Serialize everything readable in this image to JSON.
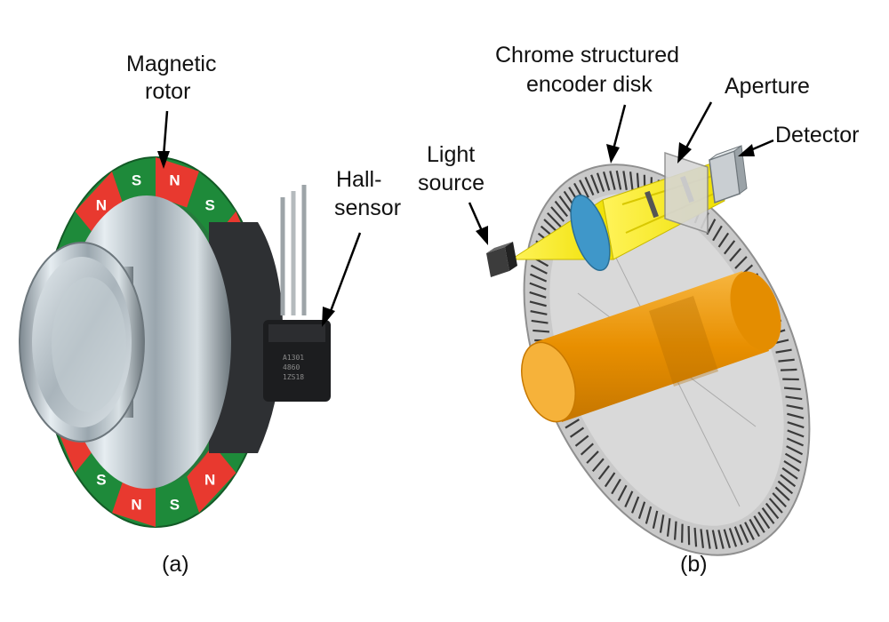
{
  "panel_a": {
    "caption": "(a)",
    "labels": {
      "magnetic_rotor_line1": "Magnetic",
      "magnetic_rotor_line2": "rotor",
      "hall_sensor_line1": "Hall-",
      "hall_sensor_line2": "sensor"
    },
    "pole_letters": {
      "north": "N",
      "south": "S"
    },
    "chip_marking": [
      "A1301",
      "4860",
      "1ZS18"
    ],
    "colors": {
      "north": "#e8392f",
      "south": "#1e8a3a",
      "hub": "#b9c4cc"
    }
  },
  "panel_b": {
    "caption": "(b)",
    "labels": {
      "encoder_disk_line1": "Chrome structured",
      "encoder_disk_line2": "encoder  disk",
      "aperture": "Aperture",
      "detector": "Detector",
      "light_source_line1": "Light",
      "light_source_line2": "source"
    },
    "colors": {
      "beam": "#f3ee00",
      "lens": "#3f97c9",
      "shaft": "#f29a05",
      "disk": "#c8c8c8"
    }
  }
}
